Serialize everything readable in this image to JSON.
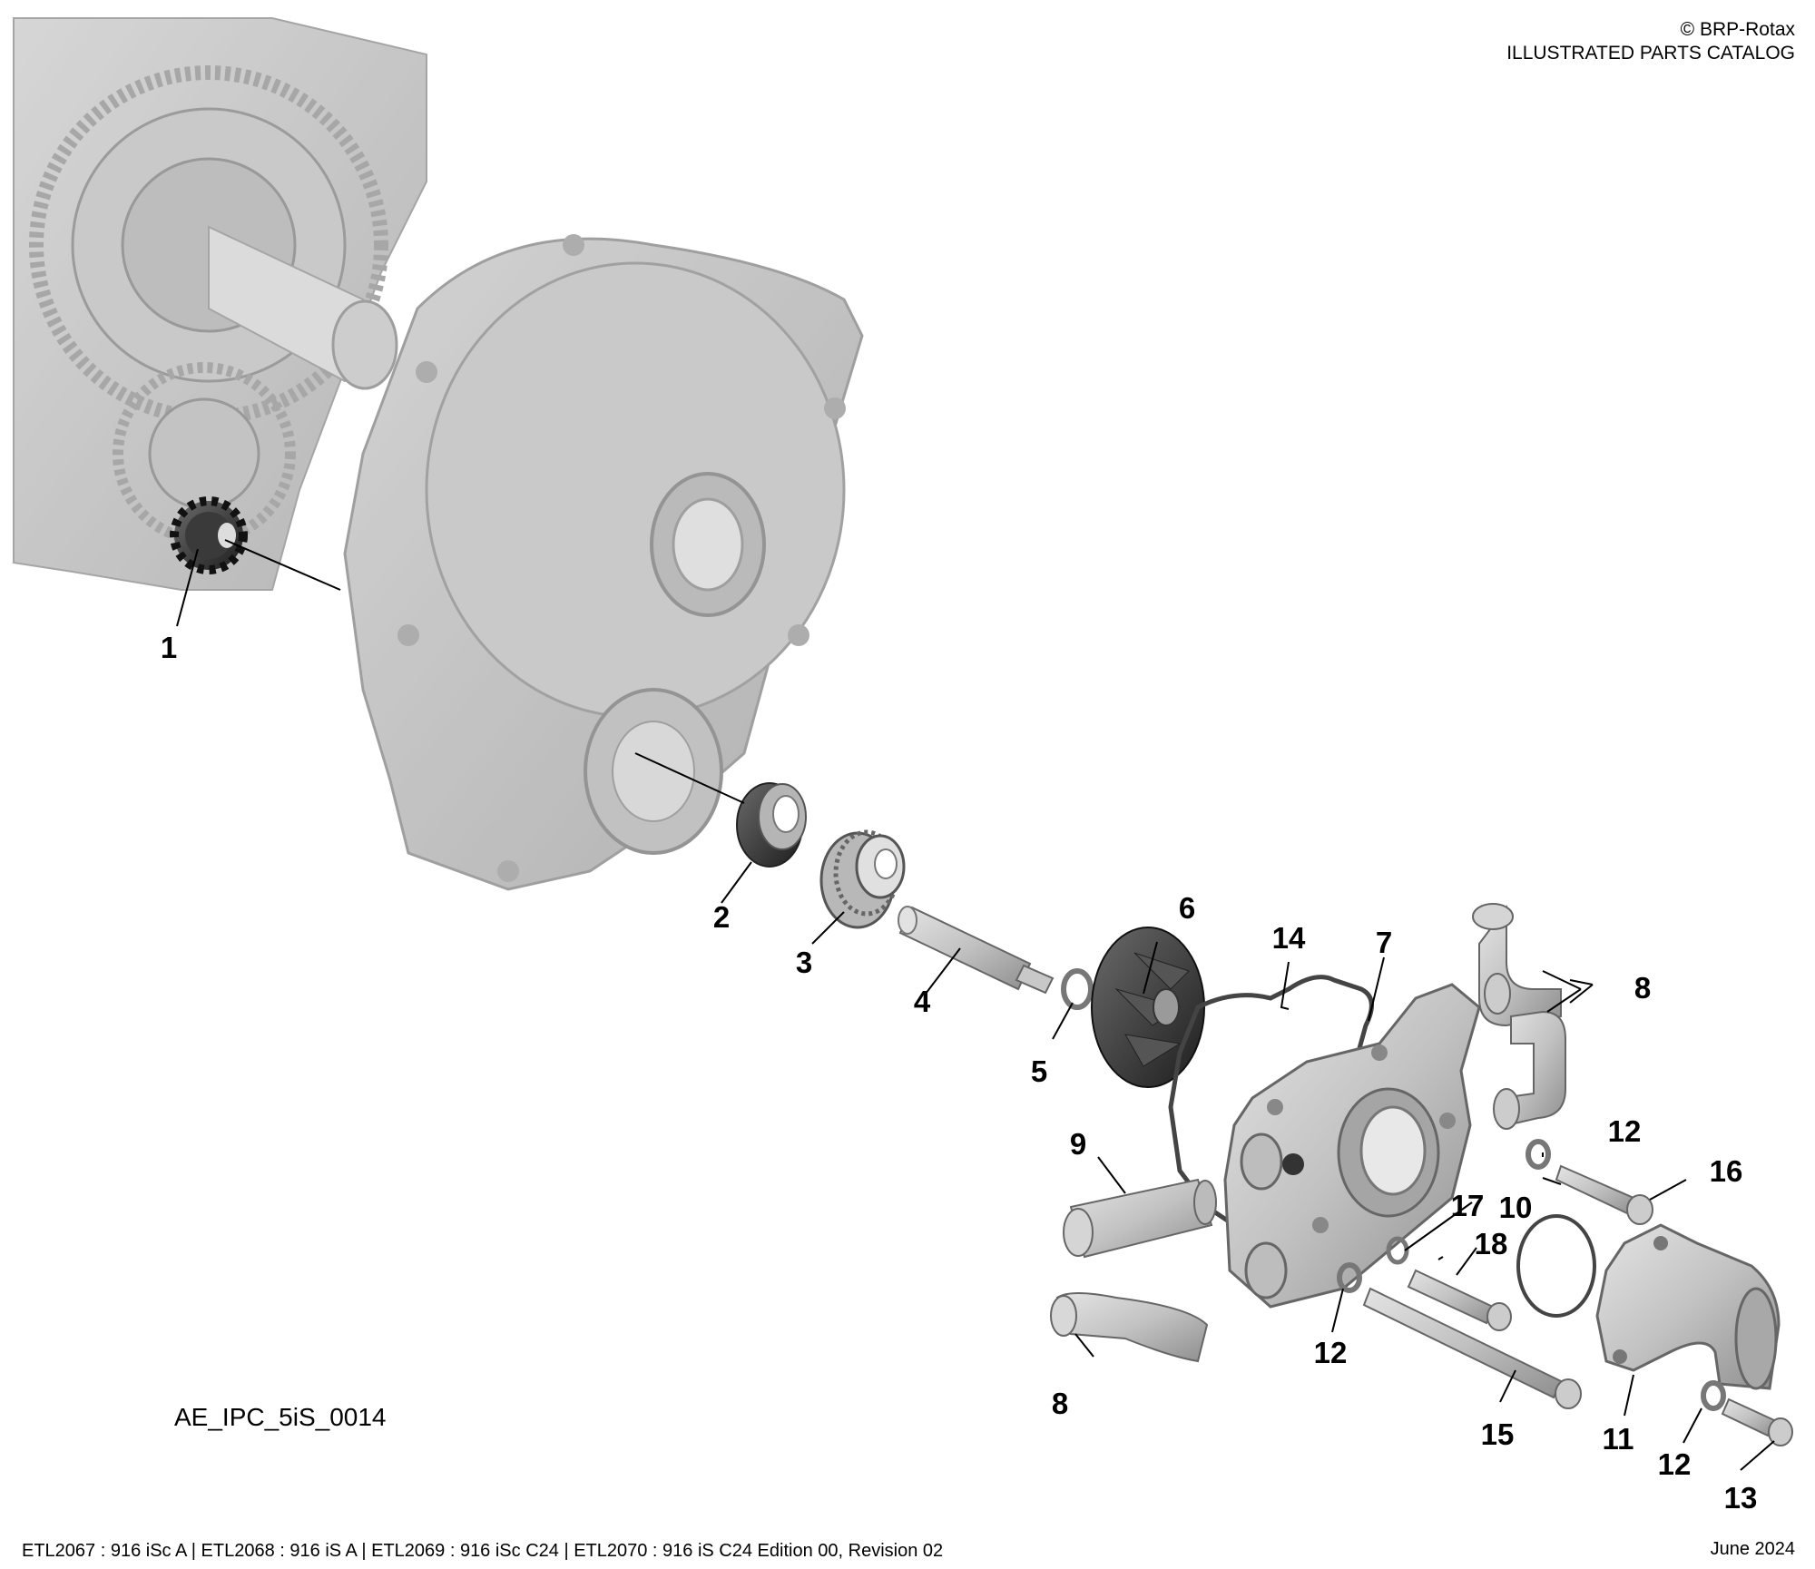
{
  "header": {
    "copyright": "© BRP-Rotax",
    "catalog": "ILLUSTRATED PARTS CATALOG"
  },
  "figure_id": "AE_IPC_5iS_0014",
  "footer": {
    "left": "ETL2067 : 916 iSc A | ETL2068 : 916 iS A | ETL2069 : 916 iSc C24 | ETL2070 : 916 iS C24 Edition 00, Revision 02",
    "right": "June 2024"
  },
  "callouts": [
    "1",
    "2",
    "3",
    "4",
    "5",
    "6",
    "7",
    "8",
    "8",
    "9",
    "10",
    "11",
    "12",
    "12",
    "12",
    "13",
    "14",
    "15",
    "16",
    "17",
    "18"
  ],
  "parts": [
    "engine-housing",
    "gear",
    "crankcase-cover",
    "seal-ring",
    "mechanical-seal",
    "shaft",
    "washer",
    "impeller",
    "gasket",
    "pump-housing",
    "elbow-hose",
    "hose",
    "o-ring",
    "outlet-elbow",
    "washer",
    "screw",
    "long-screw"
  ]
}
